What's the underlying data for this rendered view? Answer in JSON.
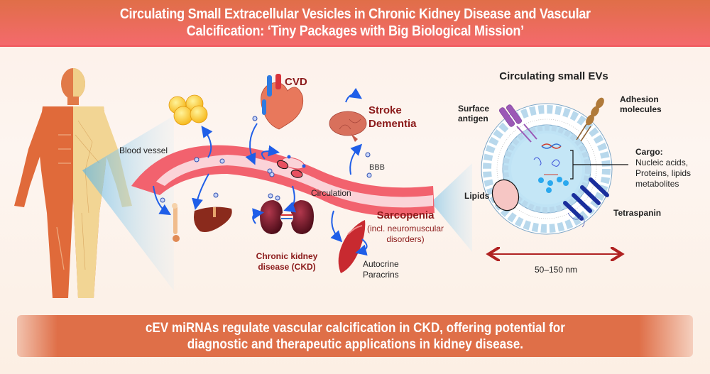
{
  "header": {
    "title_line1": "Circulating Small Extracellular Vesicles in Chronic Kidney Disease and Vascular",
    "title_line2": "Calcification: ‘Tiny Packages with Big Biological Mission’"
  },
  "diagram": {
    "blood_vessel_label": "Blood vessel",
    "circulation_label": "Circulation",
    "bbb_label": "BBB",
    "cvd_label": "CVD",
    "stroke_label": "Stroke",
    "dementia_label": "Dementia",
    "ckd_label_line1": "Chronic kidney",
    "ckd_label_line2": "disease (CKD)",
    "sarcopenia_label": "Sarcopenia",
    "sarcopenia_sub1": "(incl. neuromuscular",
    "sarcopenia_sub2": "disorders)",
    "autocrine_label": "Autocrine",
    "paracrine_label": "Paracrins",
    "organs": [
      "human-body",
      "adipose-tissue",
      "heart",
      "brain",
      "bone",
      "liver",
      "kidney",
      "muscle"
    ]
  },
  "ev_panel": {
    "title": "Circulating small EVs",
    "surface_antigen_1": "Surface",
    "surface_antigen_2": "antigen",
    "adhesion_1": "Adhesion",
    "adhesion_2": "molecules",
    "cargo_title": "Cargo:",
    "cargo_line1": "Nucleic acids,",
    "cargo_line2": "Proteins, lipids",
    "cargo_line3": "metabolites",
    "lipids_label": "Lipids",
    "tetraspanin_label": "Tetraspanin",
    "size_label": "50–150 nm"
  },
  "footer": {
    "line1": "cEV miRNAs regulate vascular calcification in CKD, offering potential for",
    "line2": "diagnostic and therapeutic applications in kidney disease."
  },
  "colors": {
    "header": "#f0665e",
    "footer": "#df6f48",
    "label_dark_red": "#8b1a1a",
    "arrow_blue": "#1f5ee8",
    "vessel_red": "#f06070",
    "vessel_pink": "#fbd3d8"
  }
}
